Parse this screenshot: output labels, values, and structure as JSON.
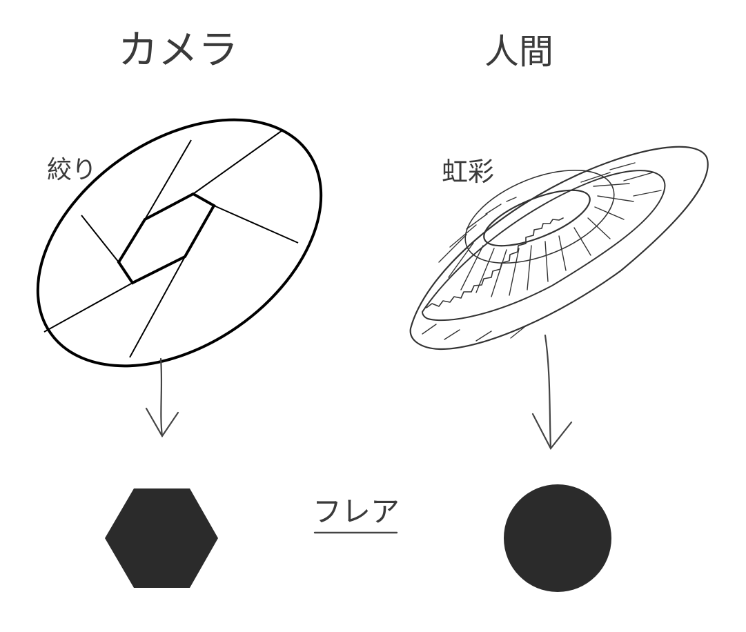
{
  "headings": {
    "camera": "カメラ",
    "human": "人間"
  },
  "labels": {
    "aperture": "絞り",
    "iris": "虹彩",
    "flare": "フレア"
  },
  "colors": {
    "ink": "#2b2b2b",
    "pencil": "#3a3a3a",
    "background": "#ffffff"
  }
}
